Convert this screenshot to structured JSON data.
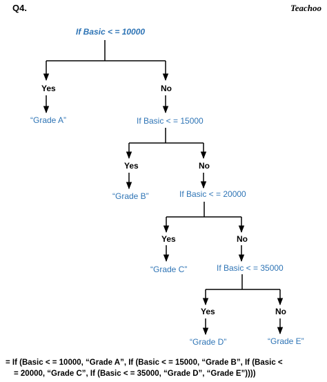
{
  "header": {
    "question_number": "Q4.",
    "brand": "Teachoo"
  },
  "tree": {
    "conditions": [
      "If Basic < = 10000",
      "If Basic < = 15000",
      "If Basic < = 20000",
      "If Basic < = 35000"
    ],
    "yes_labels": [
      "Yes",
      "Yes",
      "Yes",
      "Yes"
    ],
    "no_labels": [
      "No",
      "No",
      "No",
      "No"
    ],
    "grades": [
      "“Grade A”",
      "“Grade B”",
      "“Grade C”",
      "“Grade D”",
      "“Grade E”"
    ]
  },
  "formula": {
    "line1": "= If (Basic < = 10000, “Grade A”, If (Basic < = 15000, “Grade B”, If (Basic <",
    "line2": "= 20000, “Grade C”, If (Basic < = 35000, “Grade D”, “Grade E”))))"
  },
  "colors": {
    "condition_text": "#2e74b5",
    "grade_text": "#2e74b5",
    "lines": "#000000"
  }
}
